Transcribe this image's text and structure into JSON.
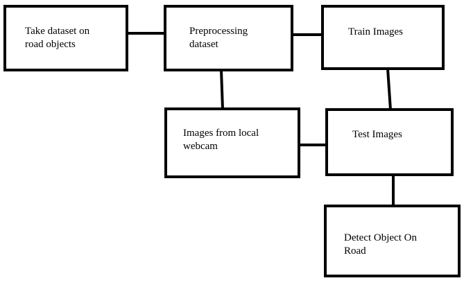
{
  "diagram": {
    "line_color": "#000000",
    "background": "#ffffff",
    "nodes": [
      {
        "id": "take-dataset",
        "label": "Take dataset on\nroad objects"
      },
      {
        "id": "preprocessing",
        "label": "Preprocessing\ndataset"
      },
      {
        "id": "train-images",
        "label": "Train Images"
      },
      {
        "id": "webcam-images",
        "label": "Images from local\nwebcam"
      },
      {
        "id": "test-images",
        "label": "Test Images"
      },
      {
        "id": "detect-object",
        "label": "Detect Object On\nRoad"
      }
    ],
    "edges": [
      {
        "from": "take-dataset",
        "to": "preprocessing"
      },
      {
        "from": "preprocessing",
        "to": "train-images"
      },
      {
        "from": "preprocessing",
        "to": "webcam-images"
      },
      {
        "from": "train-images",
        "to": "test-images"
      },
      {
        "from": "webcam-images",
        "to": "test-images"
      },
      {
        "from": "test-images",
        "to": "detect-object"
      }
    ]
  }
}
